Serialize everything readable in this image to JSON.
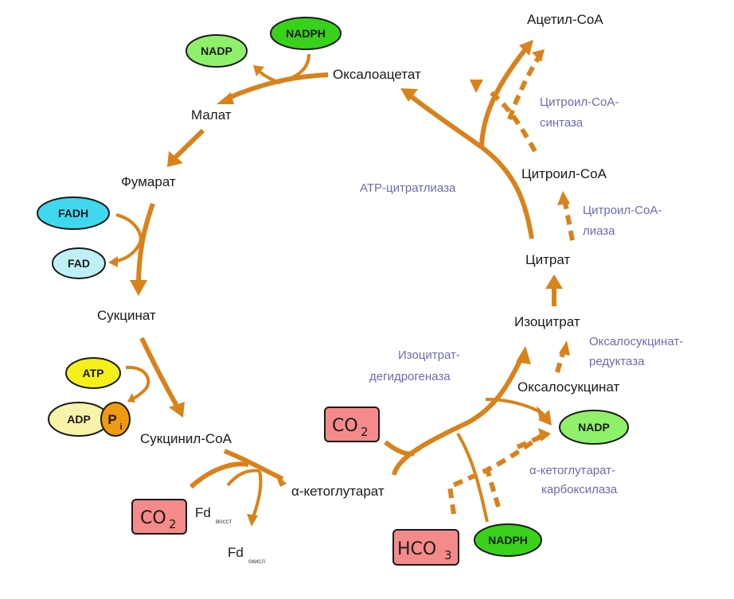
{
  "diagram": {
    "title": "Reverse Krebs cycle (reductive TCA cycle)",
    "colors": {
      "arrow": "#d9821a",
      "enzyme_text": "#6b6bb3",
      "nadp": "#8ff06a",
      "nadph": "#39d21a",
      "fadh": "#3fd8ee",
      "fad": "#bfeff7",
      "atp": "#f5f01a",
      "adp": "#f7f3a8",
      "pi": "#f09a12",
      "inorganic_box": "#f58a8a"
    },
    "metabolites": {
      "acetyl_coa": "Ацетил-CoA",
      "oxaloacetate": "Оксалоацетат",
      "malate": "Малат",
      "fumarate": "Фумарат",
      "succinate": "Сукцинат",
      "succinyl_coa": "Сукцинил-CoA",
      "alpha_ketoglutarate": "α-кетоглутарат",
      "oxalosuccinate": "Оксалосукцинат",
      "isocitrate": "Изоцитрат",
      "citrate": "Цитрат",
      "citroyl_coa": "Цитроил-CoA"
    },
    "enzymes": {
      "citroyl_coa_synthase_1": "Цитроил-CoA-",
      "citroyl_coa_synthase_2": "синтаза",
      "atp_citrate_lyase": "ATP-цитратлиаза",
      "citroyl_coa_lyase_1": "Цитроил-CoA-",
      "citroyl_coa_lyase_2": "лиаза",
      "oxalosuccinate_reductase_1": "Оксалосукцинат-",
      "oxalosuccinate_reductase_2": "редуктаза",
      "isocitrate_dehydrogenase_1": "Изоцитрат-",
      "isocitrate_dehydrogenase_2": "дегидрогеназа",
      "akg_carboxylase_1": "α-кетоглутарат-",
      "akg_carboxylase_2": "карбоксилаза"
    },
    "cofactors": {
      "nadp_top": "NADP",
      "nadph_top": "NADPH",
      "fadh": "FADH",
      "fad": "FAD",
      "atp": "ATP",
      "adp": "ADP",
      "pi": "P",
      "pi_sub": "i",
      "nadp_right": "NADP",
      "nadph_bottom": "NADPH"
    },
    "inorganic": {
      "co2_left": "CO",
      "co2_left_sub": "2",
      "co2_mid": "CO",
      "co2_mid_sub": "2",
      "hco3": "HCO",
      "hco3_sub": "3"
    },
    "ferredoxin": {
      "reduced": "Fd",
      "reduced_sub": "восст",
      "oxidized": "Fd",
      "oxidized_sub": "окисл"
    }
  }
}
